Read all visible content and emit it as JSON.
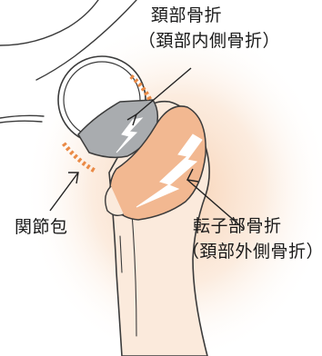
{
  "labels": {
    "neck_fracture_line1": "頚部骨折",
    "neck_fracture_line2": "（頚部内側骨折）",
    "trochanteric_fracture_line1": "転子部骨折",
    "trochanteric_fracture_line2": "（頚部外側骨折）",
    "joint_capsule": "関節包"
  },
  "colors": {
    "glow": "#f6c8a4",
    "bone_fill": "#fbeadc",
    "fracture_zone_orange": "#f2b891",
    "fracture_zone_gray": "#a9acaf",
    "capsule_dash": "#ea8a46",
    "outline": "#3b3b3b",
    "crack": "#ffffff"
  },
  "icons": [
    "lightning-crack-icon",
    "lightning-crack-icon"
  ]
}
